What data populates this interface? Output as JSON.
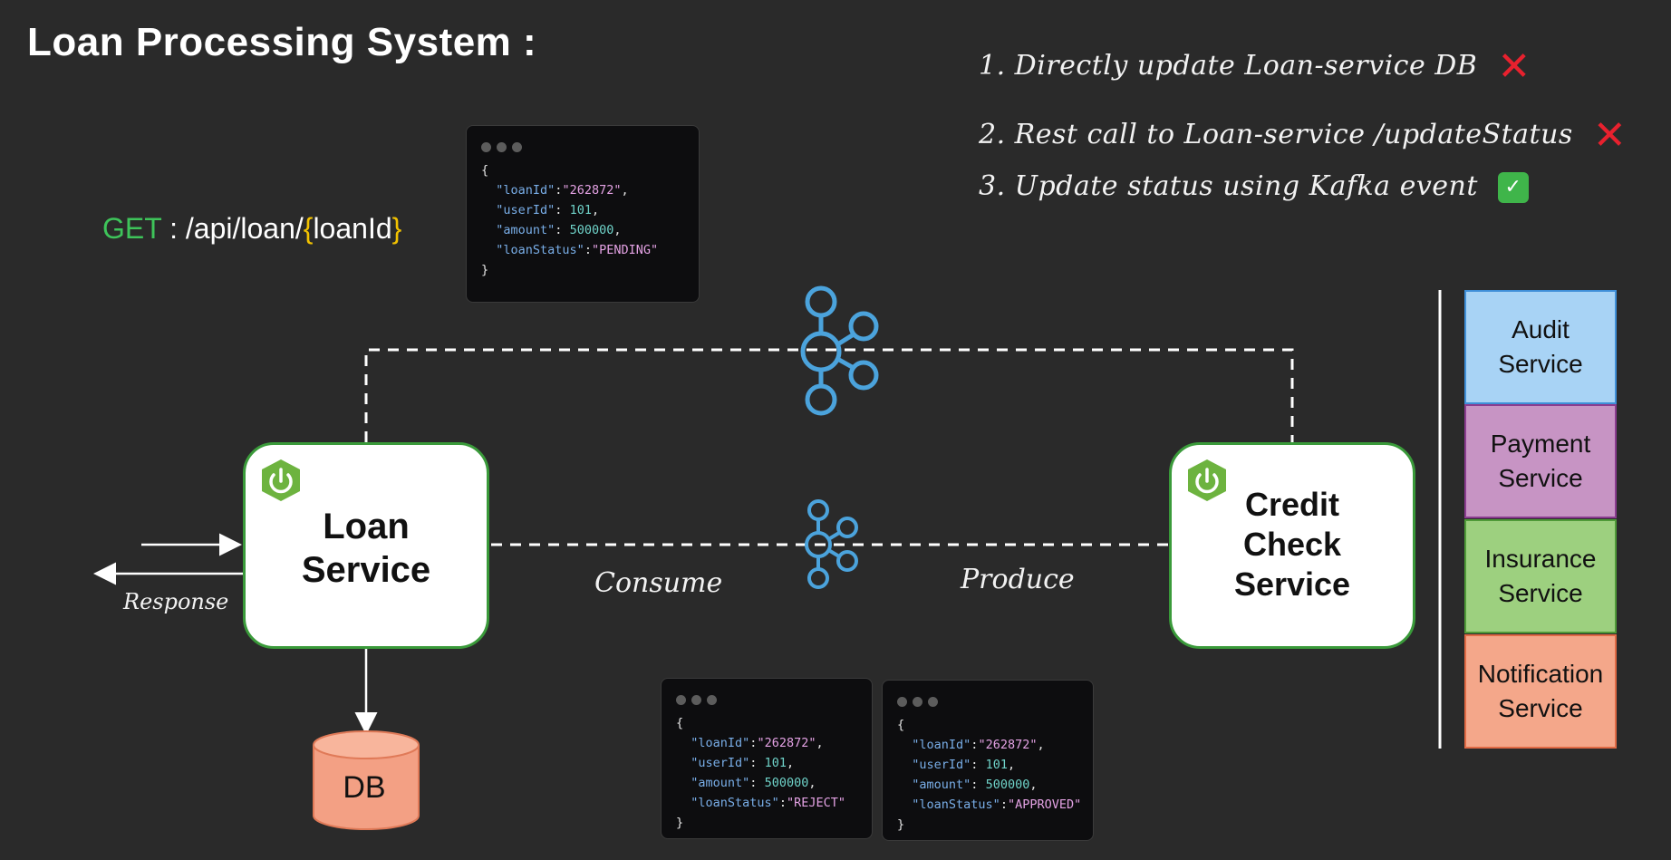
{
  "title": "Loan Processing System :",
  "options": [
    {
      "text": "1. Directly update Loan-service DB",
      "status": "rejected",
      "mark": "✕"
    },
    {
      "text": "2. Rest call to Loan-service /updateStatus",
      "status": "rejected",
      "mark": "✕"
    },
    {
      "text": "3. Update status using Kafka event",
      "status": "approved",
      "mark": "✓"
    }
  ],
  "request": {
    "method": "GET",
    "separator": " : ",
    "path": "/api/loan/",
    "open_brace": "{",
    "param": "loanId",
    "close_brace": "}"
  },
  "code_samples": {
    "top": {
      "open": "{",
      "lines": [
        {
          "key": "\"loanId\"",
          "sep": ":",
          "value": "\"262872\"",
          "type": "string",
          "comma": ","
        },
        {
          "key": "\"userId\"",
          "sep": ": ",
          "value": "101",
          "type": "number",
          "comma": ","
        },
        {
          "key": "\"amount\"",
          "sep": ": ",
          "value": "500000",
          "type": "number",
          "comma": ","
        },
        {
          "key": "\"loanStatus\"",
          "sep": ":",
          "value": "\"PENDING\"",
          "type": "string",
          "comma": ""
        }
      ],
      "close": "}"
    },
    "reject": {
      "open": "{",
      "lines": [
        {
          "key": "\"loanId\"",
          "sep": ":",
          "value": "\"262872\"",
          "type": "string",
          "comma": ","
        },
        {
          "key": "\"userId\"",
          "sep": ": ",
          "value": "101",
          "type": "number",
          "comma": ","
        },
        {
          "key": "\"amount\"",
          "sep": ": ",
          "value": "500000",
          "type": "number",
          "comma": ","
        },
        {
          "key": "\"loanStatus\"",
          "sep": ":",
          "value": "\"REJECT\"",
          "type": "string",
          "comma": ""
        }
      ],
      "close": "}"
    },
    "approved": {
      "open": "{",
      "lines": [
        {
          "key": "\"loanId\"",
          "sep": ":",
          "value": "\"262872\"",
          "type": "string",
          "comma": ","
        },
        {
          "key": "\"userId\"",
          "sep": ": ",
          "value": "101",
          "type": "number",
          "comma": ","
        },
        {
          "key": "\"amount\"",
          "sep": ": ",
          "value": "500000",
          "type": "number",
          "comma": ","
        },
        {
          "key": "\"loanStatus\"",
          "sep": ":",
          "value": "\"APPROVED\"",
          "type": "string",
          "comma": ""
        }
      ],
      "close": "}"
    }
  },
  "loan_service": {
    "line1": "Loan",
    "line2": "Service"
  },
  "credit_service": {
    "line1": "Credit",
    "line2": "Check",
    "line3": "Service"
  },
  "db_label": "DB",
  "response_label": "Response",
  "consume_label": "Consume",
  "produce_label": "Produce",
  "side_services": [
    {
      "line1": "Audit",
      "line2": "Service",
      "fill": "#a8d3f5",
      "border": "#3f8fd8"
    },
    {
      "line1": "Payment",
      "line2": "Service",
      "fill": "#c794c4",
      "border": "#8a3c8f"
    },
    {
      "line1": "Insurance",
      "line2": "Service",
      "fill": "#9dd07f",
      "border": "#4f9a38"
    },
    {
      "line1": "Notification",
      "line2": "Service",
      "fill": "#f4a78a",
      "border": "#e06a45"
    }
  ],
  "colors": {
    "background": "#2a2a2a",
    "kafka": "#4ba3dc",
    "spring_green": "#6db33f",
    "db_fill": "#f3a084",
    "reject_mark": "#e8212e",
    "approve_mark": "#3fb54a"
  }
}
